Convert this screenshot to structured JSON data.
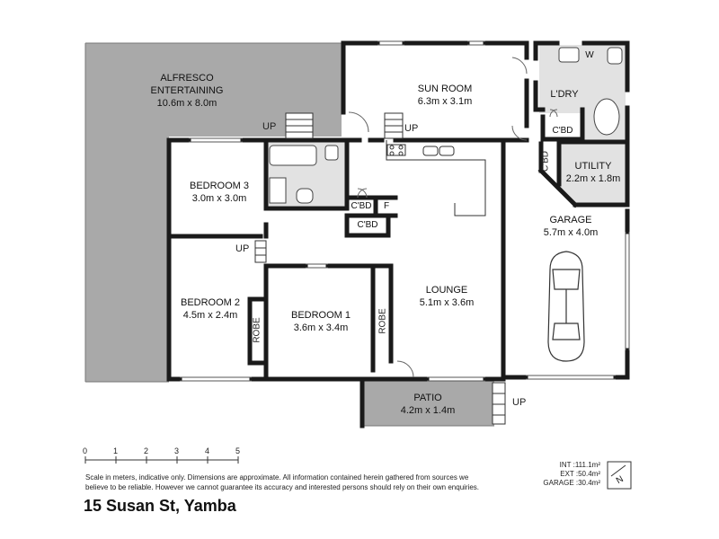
{
  "rooms": {
    "alfresco": {
      "name_line1": "ALFRESCO",
      "name_line2": "ENTERTAINING",
      "dims": "10.6m x 8.0m"
    },
    "sun_room": {
      "name": "SUN ROOM",
      "dims": "6.3m x 3.1m"
    },
    "laundry": {
      "name": "L'DRY"
    },
    "utility": {
      "name": "UTILITY",
      "dims": "2.2m x 1.8m"
    },
    "garage": {
      "name": "GARAGE",
      "dims": "5.7m x 4.0m"
    },
    "bedroom3": {
      "name": "BEDROOM 3",
      "dims": "3.0m x 3.0m"
    },
    "bedroom2": {
      "name": "BEDROOM 2",
      "dims": "4.5m x 2.4m"
    },
    "bedroom1": {
      "name": "BEDROOM 1",
      "dims": "3.6m x 3.4m"
    },
    "lounge": {
      "name": "LOUNGE",
      "dims": "5.1m x 3.6m"
    },
    "patio": {
      "name": "PATIO",
      "dims": "4.2m x 1.4m"
    }
  },
  "fixtures": {
    "cbd": "C'BD",
    "fridge": "F",
    "robe": "ROBE",
    "washer": "W",
    "up": "UP"
  },
  "scale": {
    "ticks": [
      "0",
      "1",
      "2",
      "3",
      "4",
      "5"
    ]
  },
  "disclaimer_line1": "Scale in meters, indicative only. Dimensions are approximate. All information contained herein gathered from sources we",
  "disclaimer_line2": "believe to be reliable. However we cannot guarantee its accuracy and interested persons should rely on their own enquiries.",
  "areas": {
    "int": "INT :111.1m²",
    "ext": "EXT :50.4m²",
    "garage": "GARAGE :30.4m²"
  },
  "compass": {
    "label": "N"
  },
  "address": "15 Susan St, Yamba",
  "colors": {
    "wall": "#1a1a1a",
    "outdoor_fill": "#a9a9a9",
    "wet_fill": "#e2e2e2",
    "background": "#ffffff"
  }
}
